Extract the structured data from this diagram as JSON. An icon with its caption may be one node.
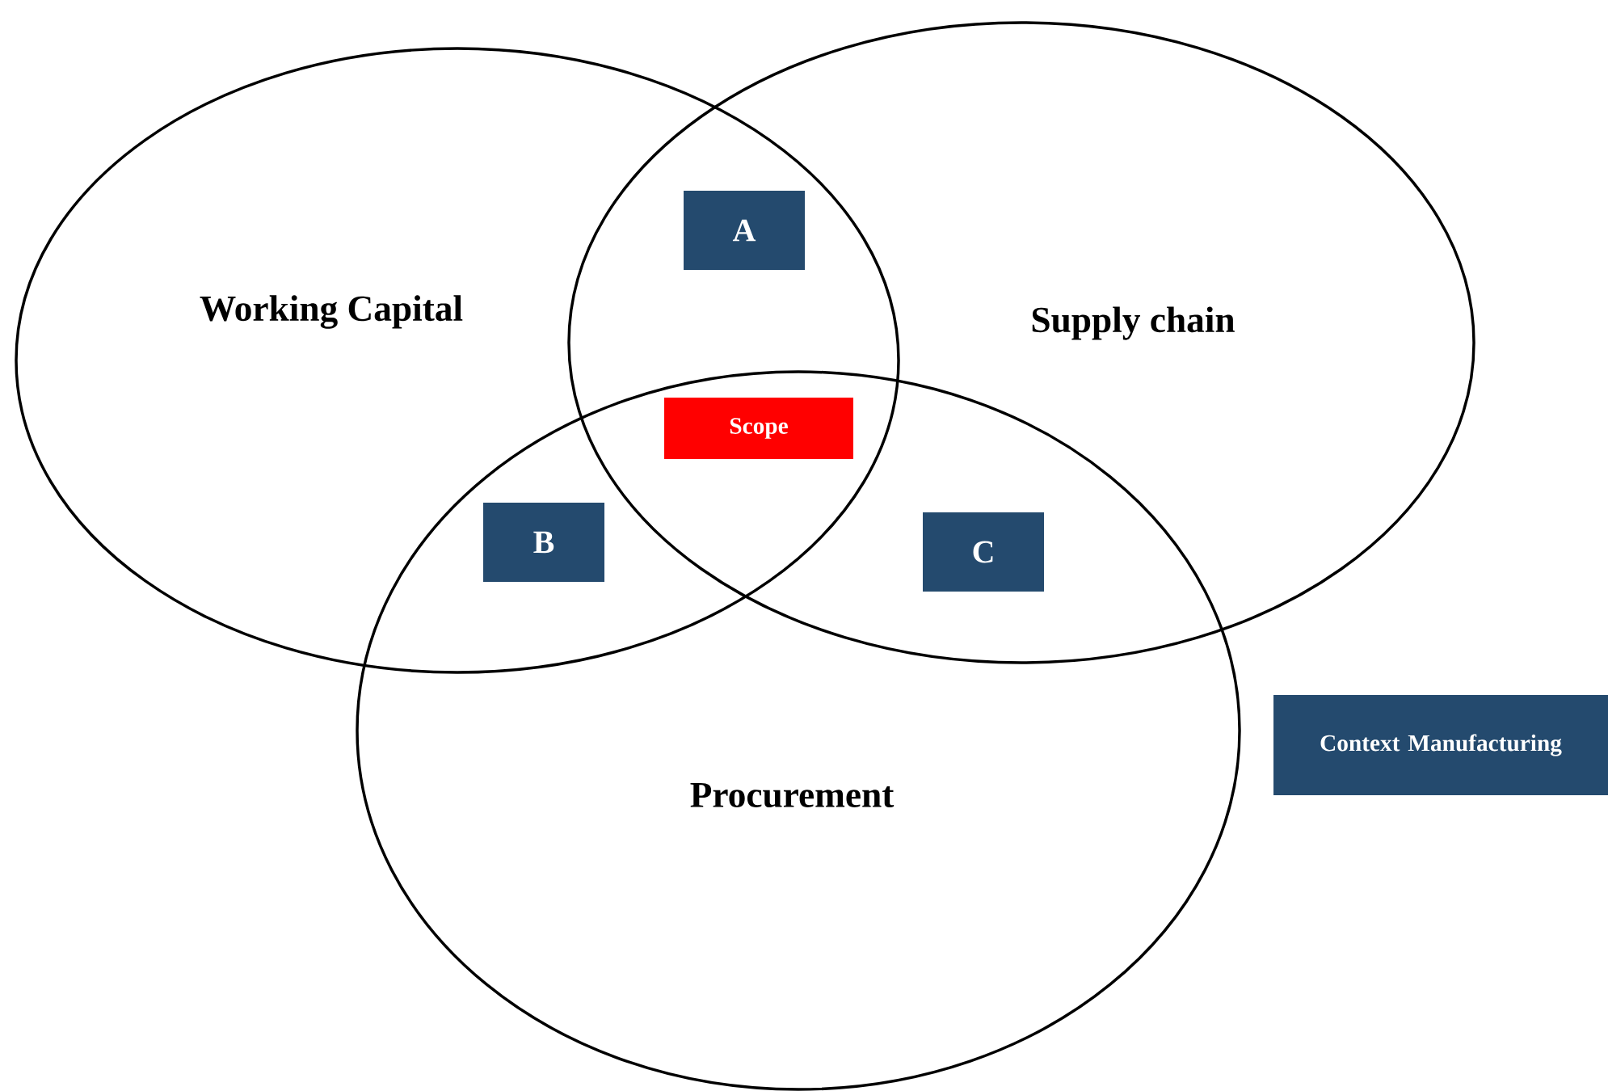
{
  "diagram": {
    "nodes": [
      {
        "text": [
          "Working Capital"
        ]
      },
      {
        "text": [
          "Supply chain"
        ]
      },
      {
        "text": [
          "Procurement"
        ]
      },
      {
        "text": [
          "A"
        ]
      },
      {
        "text": [
          "Scope"
        ]
      },
      {
        "text": [
          "B"
        ]
      },
      {
        "text": [
          "C"
        ]
      },
      {
        "text": [
          "Context Manufacturing"
        ]
      }
    ]
  }
}
